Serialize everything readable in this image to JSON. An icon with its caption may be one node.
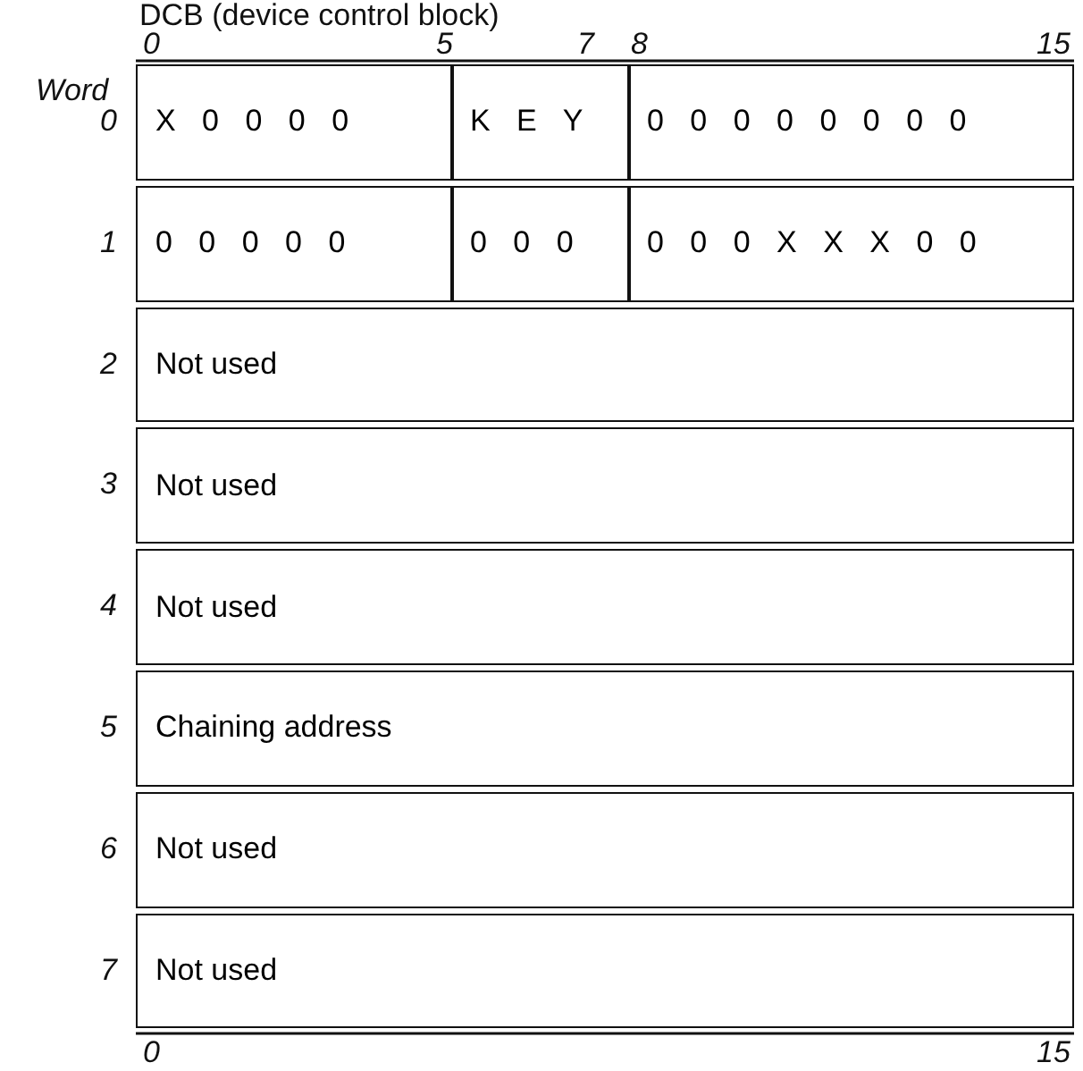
{
  "diagram": {
    "title": "DCB (device control block)",
    "labels": [
      "Word",
      "0",
      "5",
      "7",
      "8",
      "15",
      "0",
      "X 0 0 0 0",
      "K E Y",
      "0 0 0 0 0 0 0 0",
      "1",
      "0 0 0 0 0",
      "0 0 0",
      "0 0 0 X X X 0 0",
      "2",
      "Not used",
      "3",
      "Not used",
      "4",
      "Not used",
      "5",
      "Chaining address",
      "6",
      "Not used",
      "7",
      "Not used",
      "0",
      "15"
    ]
  }
}
